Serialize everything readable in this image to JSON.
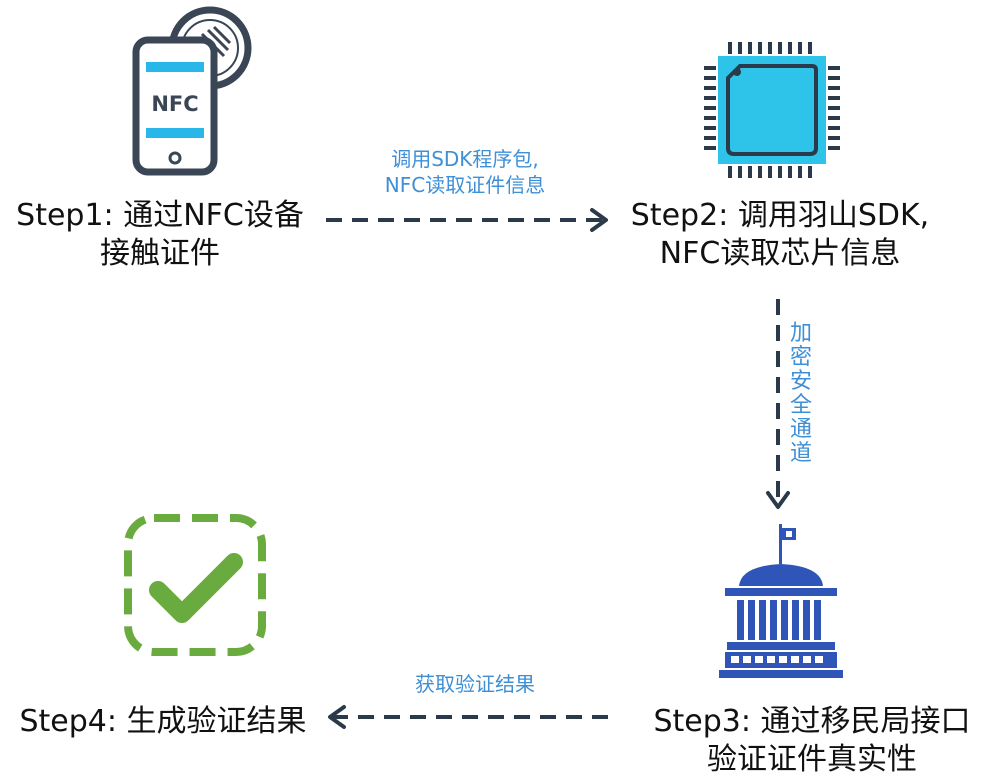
{
  "steps": {
    "step1": {
      "line1": "Step1: 通过NFC设备",
      "line2": "接触证件"
    },
    "step2": {
      "line1": "Step2: 调用羽山SDK,",
      "line2": "NFC读取芯片信息"
    },
    "step3": {
      "line1": "Step3: 通过移民局接口",
      "line2": "验证证件真实性"
    },
    "step4": {
      "line1": "Step4: 生成验证结果"
    }
  },
  "edges": {
    "e1": {
      "line1": "调用SDK程序包,",
      "line2": "NFC读取证件信息"
    },
    "e2": {
      "label": "加密安全通道"
    },
    "e3": {
      "label": "获取验证结果"
    }
  },
  "icons": {
    "phone": {
      "text": "NFC"
    }
  },
  "colors": {
    "label_text": "#111111",
    "edge_text": "#3f8fd6",
    "arrow": "#2b3a4a",
    "phone_body": "#3a4656",
    "phone_screen": "#29b6e8",
    "chip": "#2ec4e9",
    "building": "#2f55b8",
    "check": "#6aab3f"
  }
}
